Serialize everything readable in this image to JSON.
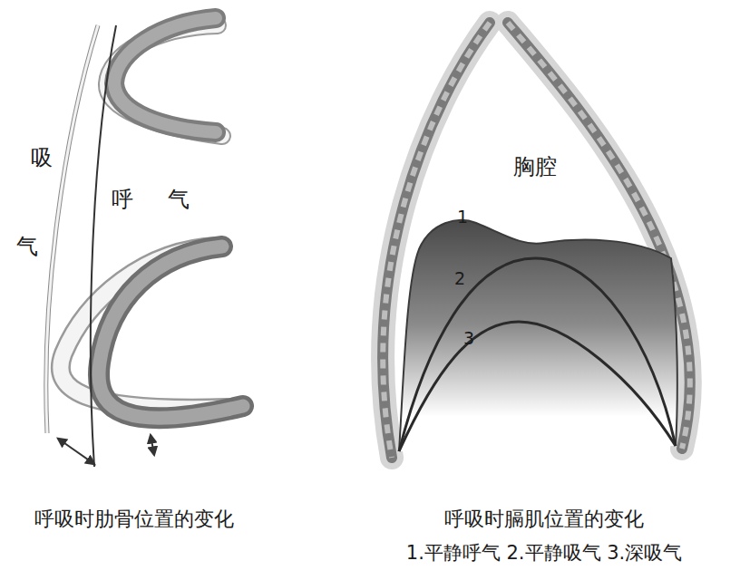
{
  "diagram": {
    "labels": [
      "吸",
      "气",
      "呼气",
      "胸腔",
      "1",
      "2",
      "3",
      "呼吸时肋骨位置的变化",
      "呼吸时膈肌位置的变化",
      "1.平静呼气 2.平静吸气 3.深吸气"
    ]
  }
}
